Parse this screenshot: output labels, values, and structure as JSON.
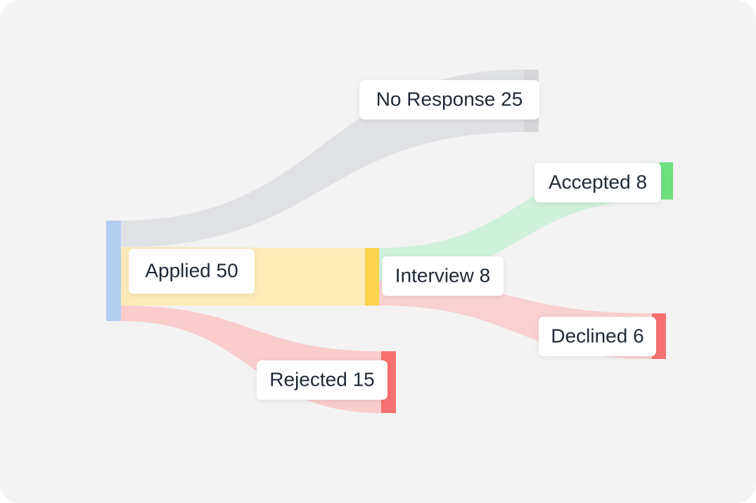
{
  "chart_data": {
    "type": "sankey",
    "nodes": [
      {
        "id": "applied",
        "label": "Applied 50",
        "name": "Applied",
        "value": 50,
        "color": "#b3cdf0"
      },
      {
        "id": "no_response",
        "label": "No Response 25",
        "name": "No Response",
        "value": 25,
        "color": "#d6d6d8"
      },
      {
        "id": "rejected",
        "label": "Rejected 15",
        "name": "Rejected",
        "value": 15,
        "color": "#f87171"
      },
      {
        "id": "interview",
        "label": "Interview 8",
        "name": "Interview",
        "value": 8,
        "color": "#fcd34d"
      },
      {
        "id": "accepted",
        "label": "Accepted 8",
        "name": "Accepted",
        "value": 8,
        "color": "#6ee07f"
      },
      {
        "id": "declined",
        "label": "Declined 6",
        "name": "Declined",
        "value": 6,
        "color": "#f87171"
      }
    ],
    "links": [
      {
        "source": "applied",
        "target": "no_response",
        "value": 25,
        "color": "#dcdde0"
      },
      {
        "source": "applied",
        "target": "interview",
        "value": 8,
        "color": "#fde8ac"
      },
      {
        "source": "applied",
        "target": "rejected",
        "value": 15,
        "color": "#fbc4c4"
      },
      {
        "source": "interview",
        "target": "accepted",
        "value": 8,
        "color": "#c8efd6"
      },
      {
        "source": "interview",
        "target": "declined",
        "value": 6,
        "color": "#fbc9c9"
      }
    ]
  }
}
